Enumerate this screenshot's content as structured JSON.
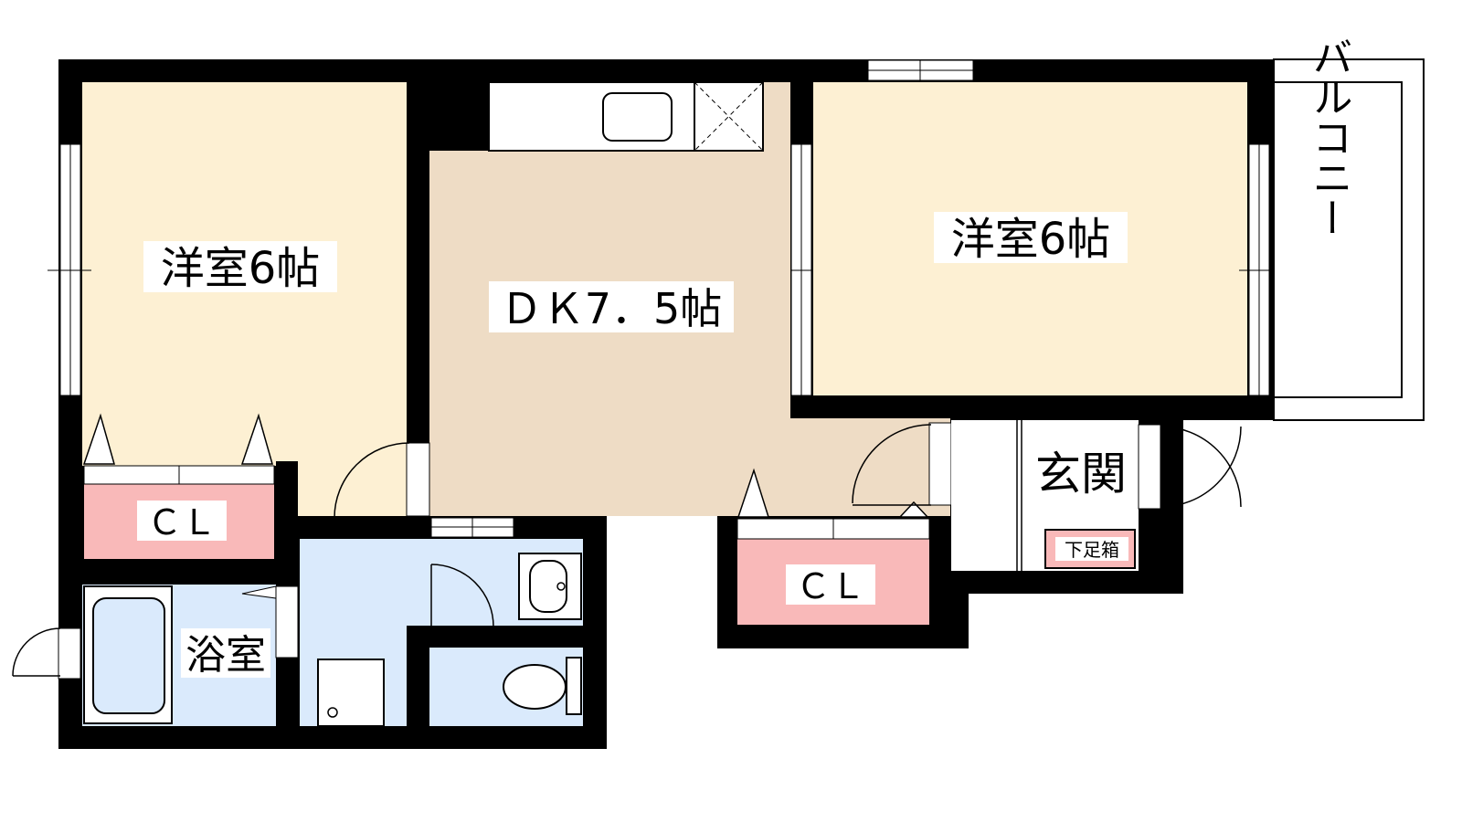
{
  "colors": {
    "wall": "#000000",
    "western_room": "#fdf0d3",
    "dining_kitchen": "#eedcc5",
    "closet": "#f9b9b9",
    "wet_area": "#daeafc",
    "label_bg": "#ffffff"
  },
  "rooms": {
    "western_left": {
      "label": "洋室6帖"
    },
    "dining_kitchen": {
      "label": "ＤＫ7．5帖"
    },
    "western_right": {
      "label": "洋室6帖"
    },
    "balcony": {
      "label": "バルコニー"
    },
    "closet_left": {
      "label": "ＣＬ"
    },
    "closet_center": {
      "label": "ＣＬ"
    },
    "entrance": {
      "label": "玄関"
    },
    "shoe_box": {
      "label": "下足箱"
    },
    "bathroom": {
      "label": "浴室"
    }
  },
  "icons": {
    "sink": "sink-icon",
    "stove": "stove-icon",
    "bathtub": "bathtub-icon",
    "washbasin": "washbasin-icon",
    "toilet": "toilet-icon",
    "washer": "washing-machine-icon"
  }
}
